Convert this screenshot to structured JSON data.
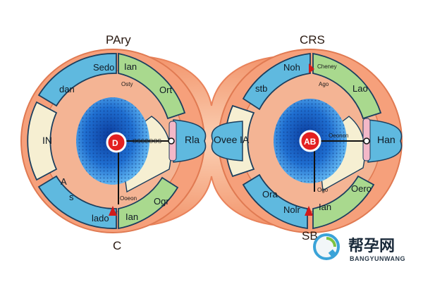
{
  "diagram": {
    "left": {
      "title": "PAry",
      "bottom_label": "C",
      "center": "D",
      "center_callout": "OSGBOOS",
      "segments": {
        "top": "Sedo",
        "top_right": "Ian",
        "inner_top": "Osty",
        "right": "Ort",
        "upper_left": "dan",
        "side": "IN",
        "right_side": "Rla",
        "lower_left": "A",
        "lower_left_2": "s",
        "bottom": "lado",
        "bottom_right": "Ian",
        "bottom_right_inner": "Ogr",
        "bottom_small": "Ooeon"
      }
    },
    "right": {
      "title": "CRS",
      "bottom_label": "SB",
      "center": "AB",
      "center_callout": "Oeonon",
      "segments": {
        "top": "Noh",
        "top_right": "Cheney",
        "inner_top": "Ago",
        "right": "Lao",
        "upper_left": "stb",
        "side_left": "Ovee",
        "side": "IA",
        "right_side": "Han",
        "lower_left": "Ora",
        "bottom": "Nolr",
        "bottom_right": "Ian",
        "bottom_right_inner": "Oero",
        "bottom_small": "Ogo"
      }
    },
    "watermark": {
      "cn": "帮孕网",
      "en": "BANGYUNWANG"
    }
  },
  "colors": {
    "outer": "#f2a07a",
    "ring": "#f08a62",
    "blue_segment": "#5fb9df",
    "green_segment": "#a9d98e",
    "beige": "#f6efd2",
    "nucleus": "#1f6fd1",
    "center": "#e32020"
  }
}
